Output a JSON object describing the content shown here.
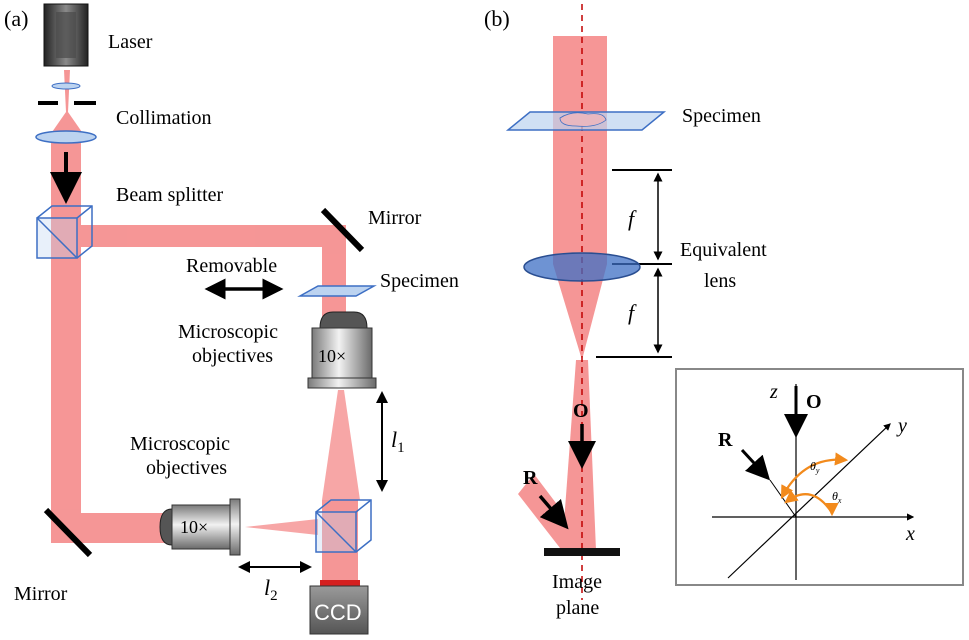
{
  "panel_a": {
    "tag": "(a)",
    "laser": "Laser",
    "collimation": "Collimation",
    "beam_splitter": "Beam splitter",
    "mirror_top": "Mirror",
    "removable": "Removable",
    "specimen": "Specimen",
    "obj1_line1": "Microscopic",
    "obj1_line2": "objectives",
    "obj1_mag": "10×",
    "l1": "l",
    "l1_sub": "1",
    "obj2_line1": "Microscopic",
    "obj2_line2": "objectives",
    "obj2_mag": "10×",
    "mirror_bottom": "Mirror",
    "l2": "l",
    "l2_sub": "2",
    "ccd": "CCD"
  },
  "panel_b": {
    "tag": "(b)",
    "specimen": "Specimen",
    "f_top": "f",
    "f_bottom": "f",
    "lens_line1": "Equivalent",
    "lens_line2": "lens",
    "o_label": "O",
    "r_label": "R",
    "image_line1": "Image",
    "image_line2": "plane"
  },
  "inset": {
    "z": "z",
    "o": "O",
    "r": "R",
    "y": "y",
    "x": "x",
    "theta": "θ",
    "theta_y_sub": "y",
    "theta_x_sub": "x"
  },
  "colors": {
    "beam": "#f58b8b",
    "beam_dark": "#e03030",
    "optics_blue": "#3d6fc4",
    "optics_fill": "#bcd3f0",
    "arc_orange": "#f28a1c"
  }
}
